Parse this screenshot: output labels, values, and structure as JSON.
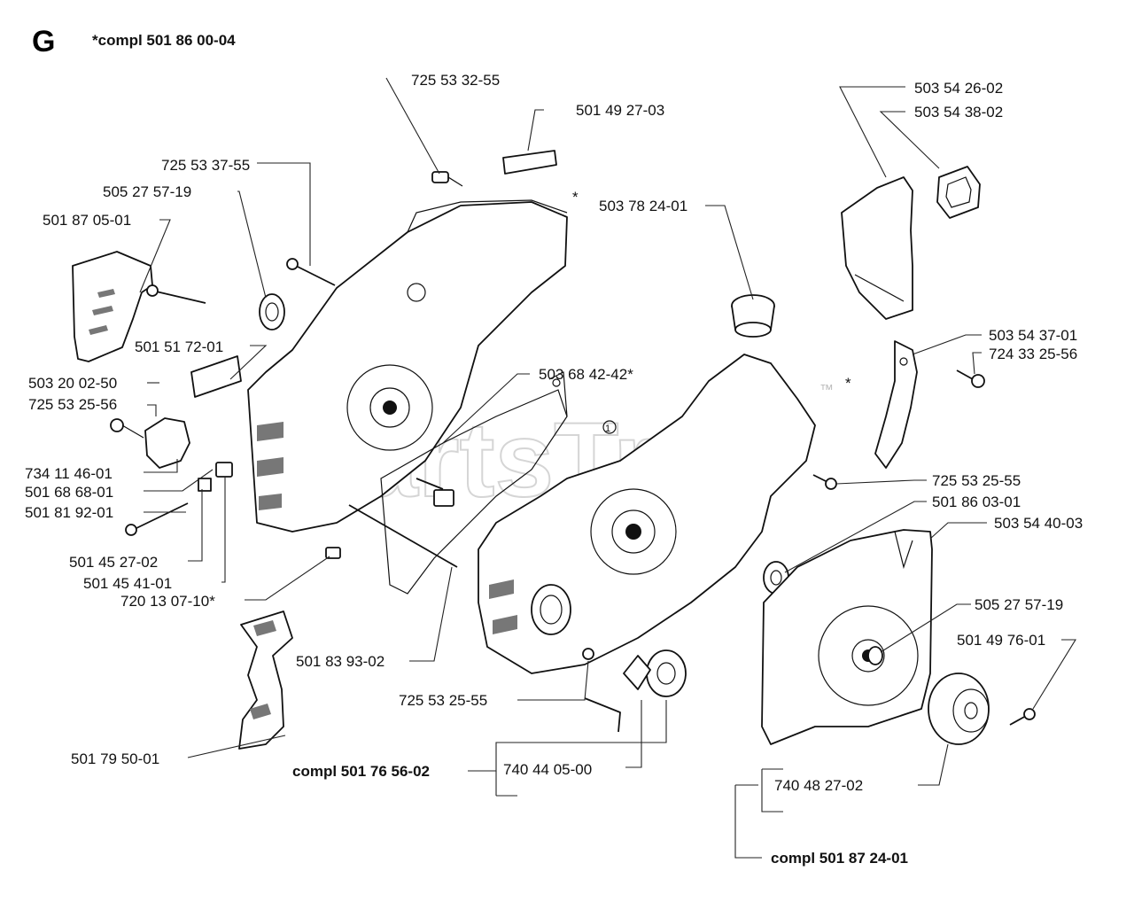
{
  "header": {
    "section": "G",
    "title": "*compl 501 86 00-04"
  },
  "watermark": {
    "text": "PartsTree",
    "mark": "™"
  },
  "callout": "1",
  "labels": {
    "p1": "725 53 32-55",
    "p2": "501 49 27-03",
    "p3": "725 53 37-55",
    "p4": "505 27 57-19",
    "p5": "501 87 05-01",
    "p6": "501 51 72-01",
    "p7": "503 20 02-50",
    "p8": "725 53 25-56",
    "p9": "734 11 46-01",
    "p10": "501 68 68-01",
    "p11": "501 81 92-01",
    "p12": "501 45 27-02",
    "p13": "501 45 41-01",
    "p14": "720 13 07-10*",
    "p15": "501 79 50-01",
    "p16": "503 68 42-42*",
    "p17": "501 83 93-02",
    "p18": "725 53 25-55",
    "p19": "compl 501 76 56-02",
    "p20": "740 44 05-00",
    "p21": "503 78 24-01",
    "p22": "503 54 26-02",
    "p23": "503 54 38-02",
    "p24": "503 54 37-01",
    "p25": "724 33 25-56",
    "p26": "725 53 25-55",
    "p27": "501 86 03-01",
    "p28": "503 54 40-03",
    "p29": "505 27 57-19",
    "p30": "501 49 76-01",
    "p31": "740 48 27-02",
    "p32": "compl 501 87 24-01",
    "star1": "*",
    "star2": "*"
  }
}
